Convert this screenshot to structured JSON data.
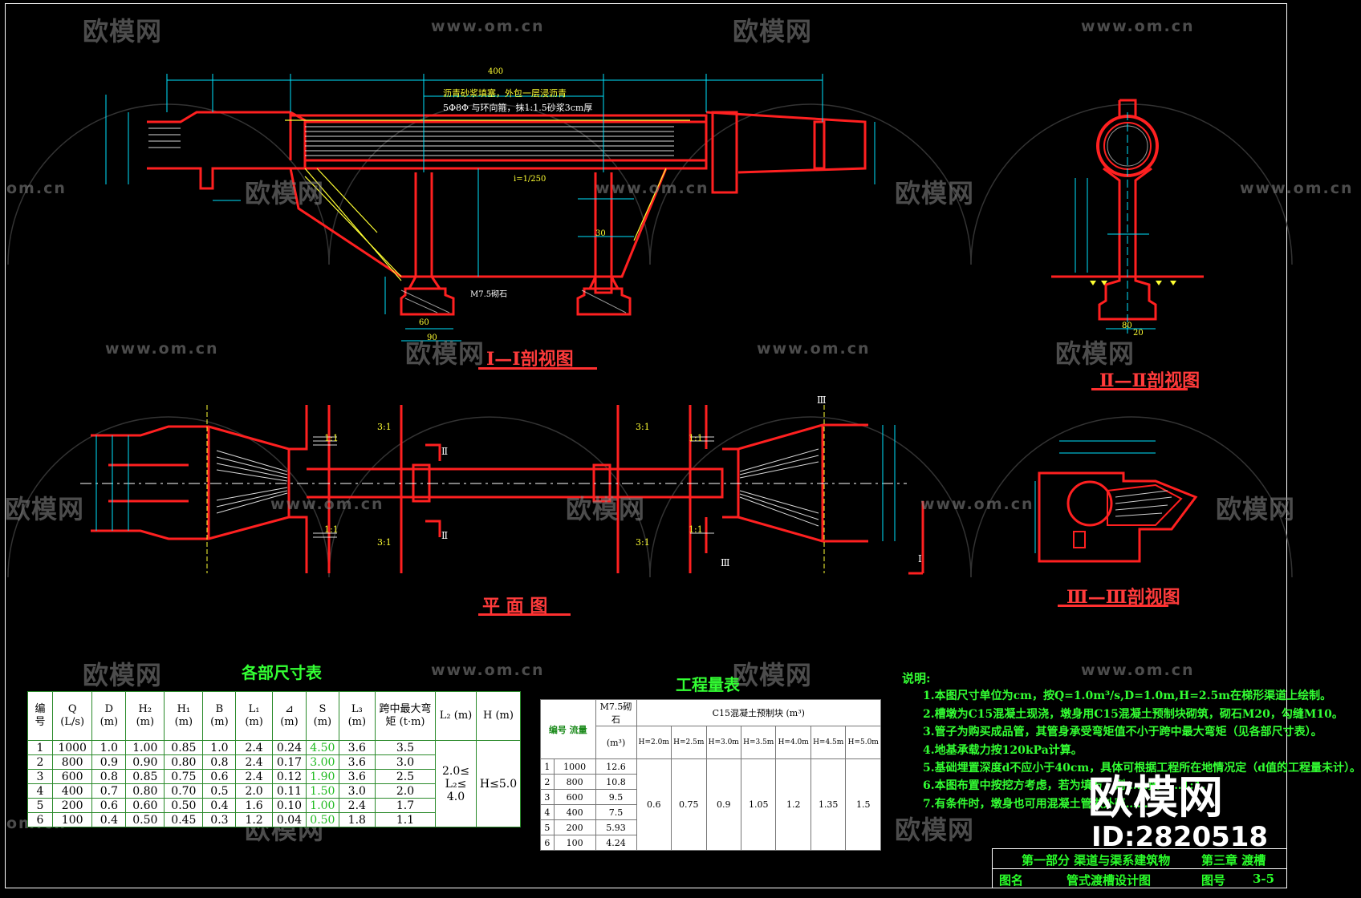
{
  "watermark": {
    "logo": "欧模网",
    "url": "www.om.cn",
    "url_partial": "om.cn",
    "logo_partial": "欧模网",
    "logo_partial2": "模网"
  },
  "views": {
    "section1_title": "Ⅰ—Ⅰ剖视图",
    "section2_title": "Ⅱ—Ⅱ剖视图",
    "section3_title": "Ⅲ—Ⅲ剖视图",
    "plan_title": "平  面  图"
  },
  "annotations": {
    "top_note1": "沥青砂浆填塞，外包一层浸沥青",
    "top_note2": "5Φ8Φ 与环向箍，抹1:1.5砂浆3cm厚",
    "slope_text": "i=1/250",
    "mortar": "M7.5砌石",
    "dim_400": "400",
    "dim_60": "60",
    "dim_90": "90",
    "dim_30": "30",
    "dim_80": "80",
    "dim_20": "20",
    "ratio_11": "1:1",
    "ratio_31": "3:1",
    "roman2": "Ⅱ",
    "roman3": "Ⅲ",
    "roman1": "Ⅰ"
  },
  "dims_table": {
    "title": "各部尺寸表",
    "headers": [
      "编号",
      "Q (L/s)",
      "D (m)",
      "H₂ (m)",
      "H₁ (m)",
      "B (m)",
      "L₁ (m)",
      "⊿ (m)",
      "S (m)",
      "L₃ (m)",
      "跨中最大弯矩 (t·m)",
      "L₂ (m)",
      "H (m)"
    ],
    "rows": [
      [
        "1",
        "1000",
        "1.0",
        "1.00",
        "0.85",
        "1.0",
        "2.4",
        "0.24",
        "4.50",
        "3.6",
        "3.5"
      ],
      [
        "2",
        "800",
        "0.9",
        "0.90",
        "0.80",
        "0.8",
        "2.4",
        "0.17",
        "3.00",
        "3.6",
        "3.0"
      ],
      [
        "3",
        "600",
        "0.8",
        "0.85",
        "0.75",
        "0.6",
        "2.4",
        "0.12",
        "1.90",
        "3.6",
        "2.5"
      ],
      [
        "4",
        "400",
        "0.7",
        "0.80",
        "0.70",
        "0.5",
        "2.0",
        "0.11",
        "1.50",
        "3.0",
        "2.0"
      ],
      [
        "5",
        "200",
        "0.6",
        "0.60",
        "0.50",
        "0.4",
        "1.6",
        "0.10",
        "1.00",
        "2.4",
        "1.7"
      ],
      [
        "6",
        "100",
        "0.4",
        "0.50",
        "0.45",
        "0.3",
        "1.2",
        "0.04",
        "0.50",
        "1.8",
        "1.1"
      ]
    ],
    "l2_merged": "2.0≤ L₂≤ 4.0",
    "h_merged": "H≤5.0"
  },
  "qty_table": {
    "title": "工程量表",
    "corner": "编号 流量",
    "col_m75": "M7.5砌石",
    "unit_m3": "(m³)",
    "col_c15": "C15混凝土预制块 (m³)",
    "h_headers": [
      "H=2.0m",
      "H=2.5m",
      "H=3.0m",
      "H=3.5m",
      "H=4.0m",
      "H=4.5m",
      "H=5.0m"
    ],
    "rows": [
      [
        "1",
        "1000",
        "12.6"
      ],
      [
        "2",
        "800",
        "10.8"
      ],
      [
        "3",
        "600",
        "9.5"
      ],
      [
        "4",
        "400",
        "7.5"
      ],
      [
        "5",
        "200",
        "5.93"
      ],
      [
        "6",
        "100",
        "4.24"
      ]
    ],
    "c15_values": [
      "0.6",
      "0.75",
      "0.9",
      "1.05",
      "1.2",
      "1.35",
      "1.5"
    ]
  },
  "notes": {
    "title": "说明:",
    "lines": [
      "1.本图尺寸单位为cm，按Q=1.0m³/s,D=1.0m,H=2.5m在梯形渠道上绘制。",
      "2.槽墩为C15混凝土现浇，墩身用C15混凝土预制块砌筑，砌石M20，勾缝M10。",
      "3.管子为购买成品管，其管身承受弯矩值不小于跨中最大弯矩（见各部尺寸表）。",
      "4.地基承载力按120kPa计算。",
      "5.基础埋置深度d不应小于40cm，具体可根据工程所在地情况定（d值的工程量未计）。",
      "6.本图布置中按挖方考虑，若为填方，则……按……1:1.",
      "7.有条件时，墩身也可用混凝土管做外壳……"
    ]
  },
  "title_block": {
    "part": "第一部分  渠道与渠系建筑物",
    "chapter": "第三章  渡槽",
    "name_label": "图名",
    "name_value": "管式渡槽设计图",
    "no_label": "图号",
    "no_value": "3-5"
  },
  "brand": {
    "logo": "欧模网",
    "id": "ID:2820518"
  },
  "colors": {
    "background": "#000000",
    "structure": "#ff2020",
    "dimension": "#00ffff",
    "hatch": "#ffffff",
    "text_green": "#33ff33",
    "yellow": "#ffff33"
  }
}
